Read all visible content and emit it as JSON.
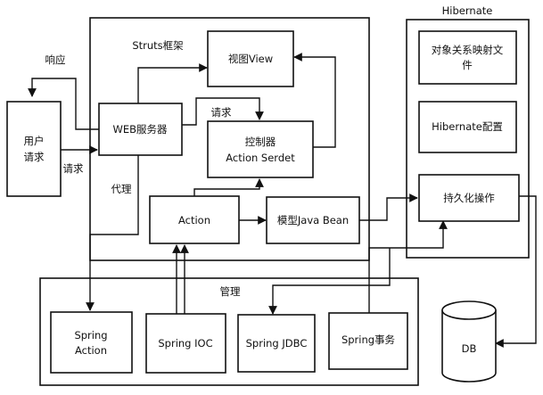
{
  "frames": {
    "struts": "Struts框架",
    "hibernate": "Hibernate",
    "spring": "管理"
  },
  "nodes": {
    "user": [
      "用户",
      "请求"
    ],
    "view": "视图View",
    "web": "WEB服务器",
    "controller": [
      "控制器",
      "Action Serdet"
    ],
    "action": "Action",
    "javabean": "模型Java Bean",
    "orm": [
      "对象关系映射文",
      "件"
    ],
    "hibcfg": "Hibernate配置",
    "persist": "持久化操作",
    "springaction": [
      "Spring",
      "Action"
    ],
    "springioc": "Spring IOC",
    "springjdbc": "Spring JDBC",
    "springtx": "Spring事务",
    "db": "DB"
  },
  "edge_labels": {
    "response": "响应",
    "request_user": "请求",
    "request_web": "请求",
    "proxy": "代理"
  }
}
